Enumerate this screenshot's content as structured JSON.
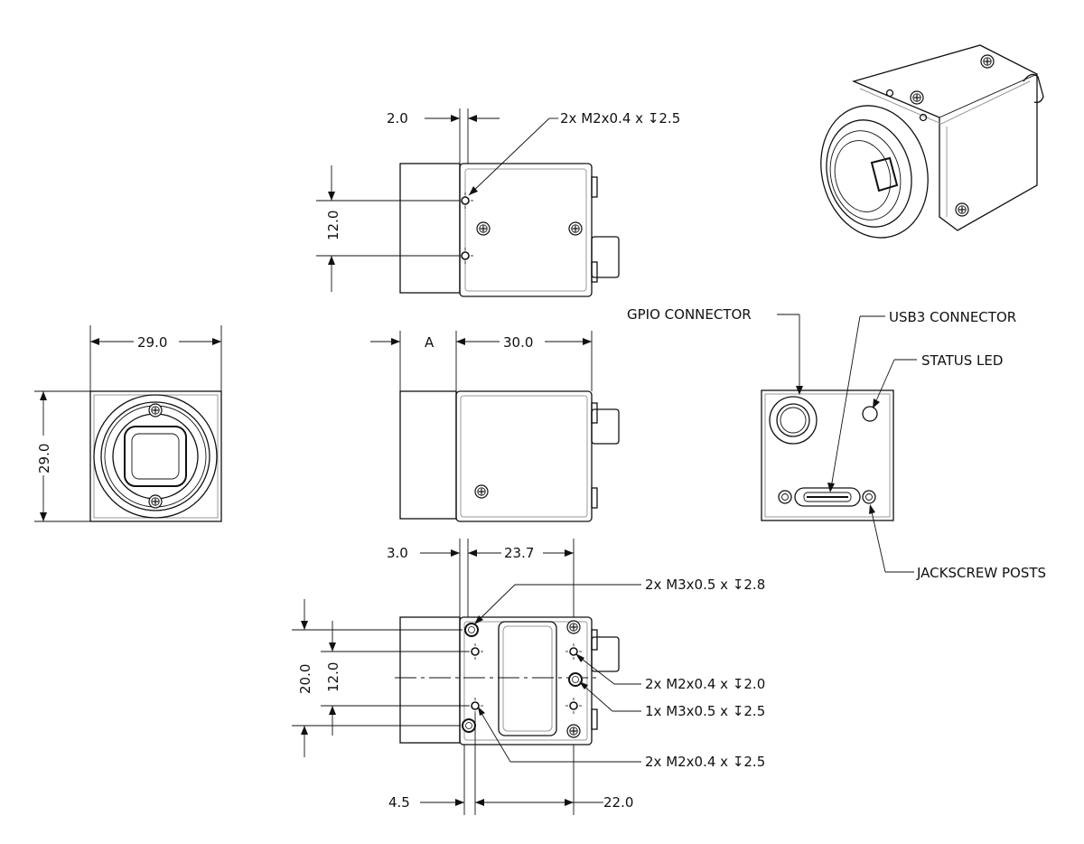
{
  "dimensions": {
    "top_view_offset": "2.0",
    "top_view_height": "12.0",
    "front_width": "29.0",
    "front_height": "29.0",
    "side_offset": "A",
    "side_length": "30.0",
    "bottom_offset": "3.0",
    "bottom_spacing": "23.7",
    "bottom_outer": "20.0",
    "bottom_inner": "12.0",
    "bottom_left": "4.5",
    "bottom_right": "22.0"
  },
  "callouts": {
    "top_holes": "2x  M2x0.4  x  ↧2.5",
    "bottom_m3_pair": "2x  M3x0.5  x  ↧2.8",
    "bottom_m2_right": "2x  M2x0.4  x  ↧2.0",
    "bottom_m3_single": "1x  M3x0.5  x  ↧2.5",
    "bottom_m2_left": "2x  M2x0.4  x  ↧2.5"
  },
  "labels": {
    "gpio": "GPIO  CONNECTOR",
    "usb3": "USB3  CONNECTOR",
    "status_led": "STATUS  LED",
    "jackscrew": "JACKSCREW  POSTS"
  },
  "icons": [
    "screw-icon",
    "threaded-hole-icon",
    "gpio-port-icon",
    "usb3-port-icon",
    "status-led-icon",
    "jackscrew-post-icon"
  ]
}
